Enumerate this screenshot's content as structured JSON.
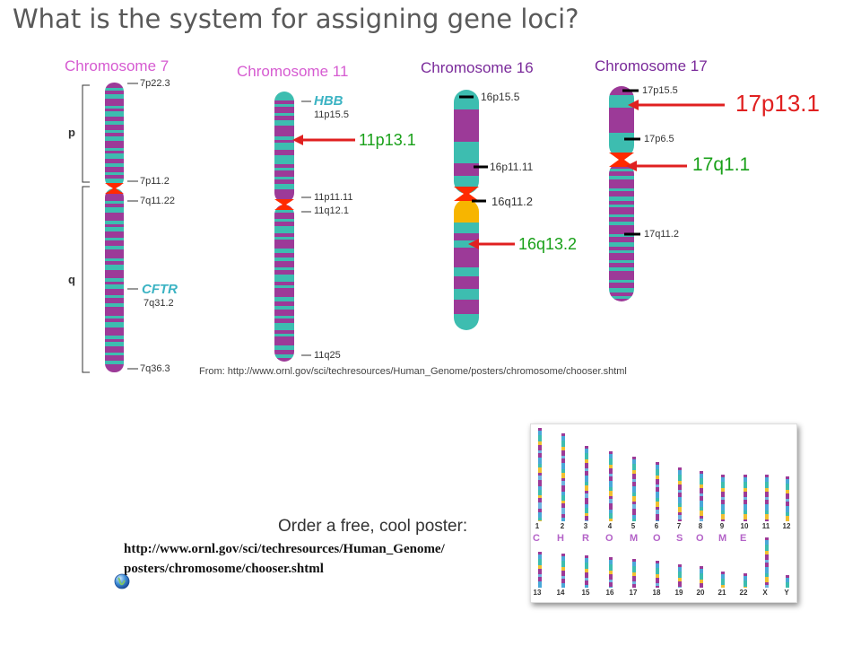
{
  "title": "What is the system for assigning gene loci?",
  "chromosomes": {
    "c7": {
      "title": "Chromosome 7",
      "title_color": "#d65bd1",
      "arm_p": "p",
      "arm_q": "q",
      "labels": [
        "7p22.3",
        "7p11.2",
        "7q11.22",
        "7q31.2",
        "7q36.3"
      ],
      "gene": "CFTR"
    },
    "c11": {
      "title": "Chromosome 11",
      "title_color": "#d65bd1",
      "gene": "HBB",
      "labels": [
        "11p15.5",
        "11p11.11",
        "11q12.1",
        "11q25"
      ],
      "callout": "11p13.1"
    },
    "c16": {
      "title": "Chromosome 16",
      "title_color": "#7a2a9a",
      "labels": [
        "16p15.5",
        "16p11.11",
        "16q11.2"
      ],
      "callout": "16q13.2"
    },
    "c17": {
      "title": "Chromosome 17",
      "title_color": "#7a2a9a",
      "labels": [
        "17p15.5",
        "17p6.5",
        "17q11.2"
      ],
      "callout_p": "17p13.1",
      "callout_q": "17q1.1"
    }
  },
  "source": "From: http://www.ornl.gov/sci/techresources/Human_Genome/posters/chromosome/chooser.shtml",
  "poster_caption": "Order a free, cool poster:",
  "poster_url_line1": "http://www.ornl.gov/sci/techresources/Human_Genome/",
  "poster_url_line2": "posters/chromosome/chooser.shtml",
  "poster": {
    "row1_numbers": [
      "1",
      "2",
      "3",
      "4",
      "5",
      "6",
      "7",
      "8",
      "9",
      "10",
      "11",
      "12"
    ],
    "row2_numbers": [
      "13",
      "14",
      "15",
      "16",
      "17",
      "18",
      "19",
      "20",
      "21",
      "22",
      "X",
      "Y"
    ],
    "letters": [
      "C",
      "H",
      "R",
      "O",
      "M",
      "O",
      "S",
      "O",
      "M",
      "E"
    ]
  },
  "colors": {
    "band_purple": "#9c3a98",
    "band_teal": "#3dbdb0",
    "centromere_red": "#ff2a00",
    "heterochromatin_yellow": "#f7b500",
    "callout_red": "#e02020",
    "callout_green": "#19a019"
  },
  "icons": [
    "globe-icon"
  ]
}
